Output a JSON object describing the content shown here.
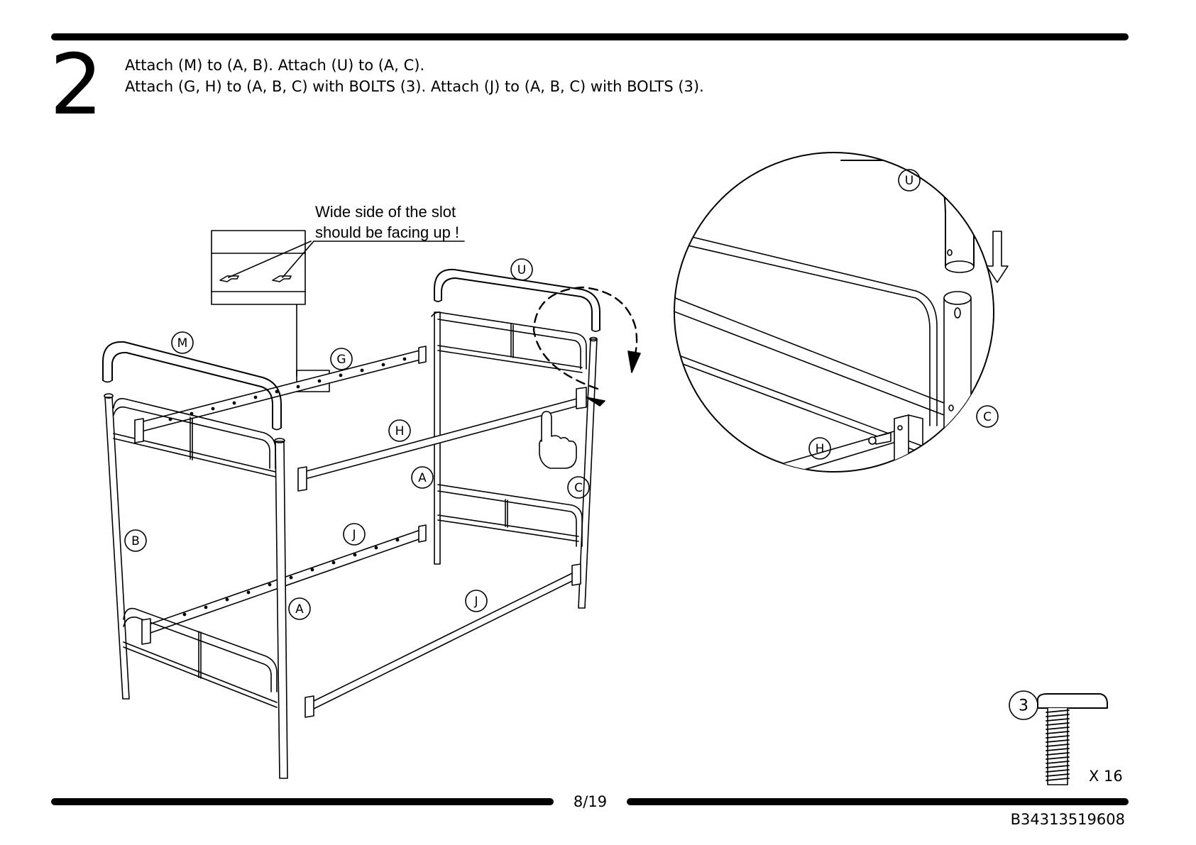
{
  "step": {
    "number": "2"
  },
  "instructions": {
    "line1": "Attach (M) to (A, B). Attach (U) to (A, C).",
    "line2": "Attach (G, H) to (A, B, C) with BOLTS (3). Attach (J) to (A, B, C) with BOLTS (3)."
  },
  "callout": {
    "line1": "Wide side of the slot",
    "line2": "should be facing up !"
  },
  "part_labels": {
    "M": "M",
    "U": "U",
    "G": "G",
    "H": "H",
    "A": "A",
    "B": "B",
    "C": "C",
    "J": "J"
  },
  "hardware": {
    "id": "3",
    "quantity": "X 16"
  },
  "footer": {
    "page": "8/19",
    "code": "B34313519608"
  }
}
